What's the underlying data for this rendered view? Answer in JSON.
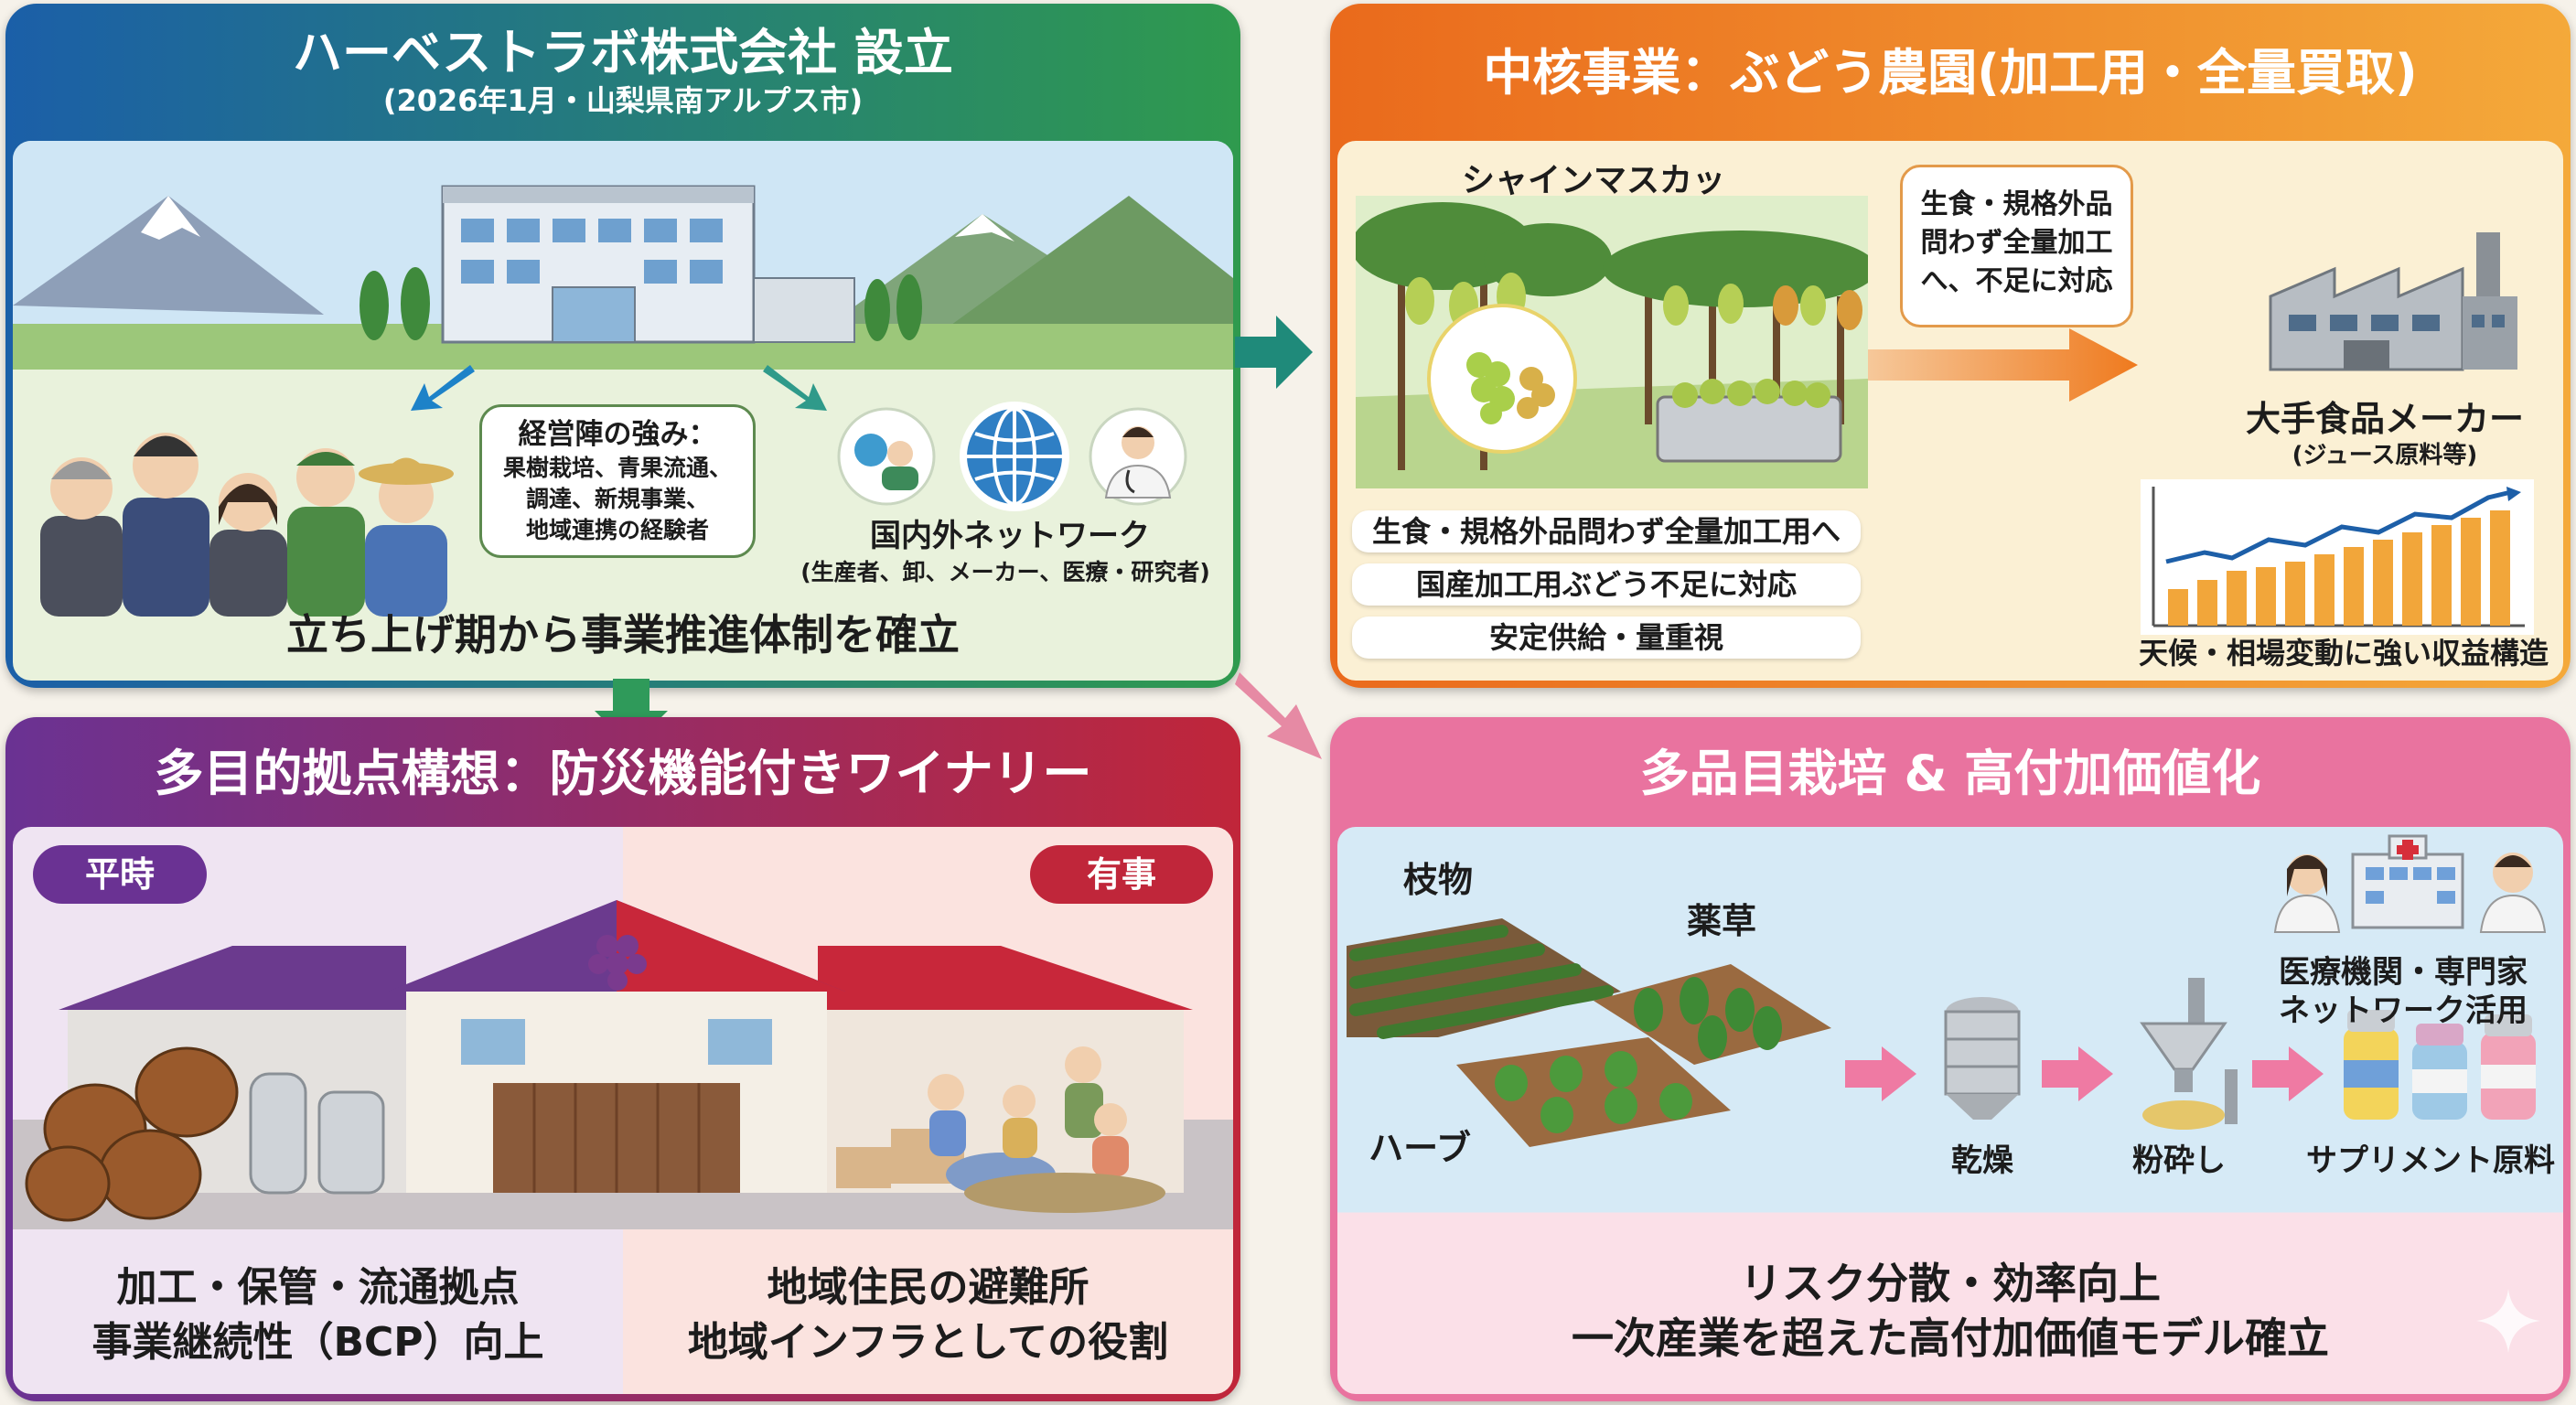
{
  "panel_founding": {
    "title": "ハーベストラボ株式会社 設立",
    "subtitle": "(2026年1月・山梨県南アルプス市)",
    "strengths_bubble": {
      "title": "経営陣の強み：",
      "lines": [
        "果樹栽培、青果流通、",
        "調達、新規事業、",
        "地域連携の経験者"
      ]
    },
    "network_label": "国内外ネットワーク",
    "network_sub": "(生産者、卸、メーカー、医療・研究者)",
    "footer": "立ち上げ期から事業推進体制を確立"
  },
  "panel_core": {
    "title": "中核事業：ぶどう農園(加工用・全量買取)",
    "variety": "シャインマスカット",
    "bubble_lines": [
      "生食・規格外品",
      "問わず全量加工",
      "へ、不足に対応"
    ],
    "pills": [
      "生食・規格外品問わず全量加工用へ",
      "国産加工用ぶどう不足に対応",
      "安定供給・量重視"
    ],
    "maker_name": "大手食品メーカー",
    "maker_sub": "(ジュース原料等)",
    "chart_caption": "天候・相場変動に強い収益構造"
  },
  "panel_winery": {
    "title": "多目的拠点構想：防災機能付きワイナリー",
    "tag_normal": "平時",
    "tag_emergency": "有事",
    "left_lines": [
      "加工・保管・流通拠点",
      "事業継続性（BCP）向上"
    ],
    "right_lines": [
      "地域住民の避難所",
      "地域インフラとしての役割"
    ]
  },
  "panel_diversify": {
    "title": "多品目栽培 & 高付加価値化",
    "crop1": "枝物",
    "crop2": "薬草",
    "crop3": "ハーブ",
    "network": [
      "医療機関・専門家",
      "ネットワーク活用"
    ],
    "steps": [
      "乾燥",
      "粉砕し",
      "サプリメント原料"
    ],
    "footer_lines": [
      "リスク分散・効率向上",
      "一次産業を超えた高付加価値モデル確立"
    ]
  },
  "colors": {
    "founding_head_start": "#1b5fa8",
    "founding_head_end": "#2f9a4e",
    "core_head_start": "#ea6a1c",
    "core_head_end": "#f4a93a",
    "winery_head_start": "#6a3293",
    "winery_head_end": "#c0263a",
    "diversify_head": "#e9739f"
  }
}
